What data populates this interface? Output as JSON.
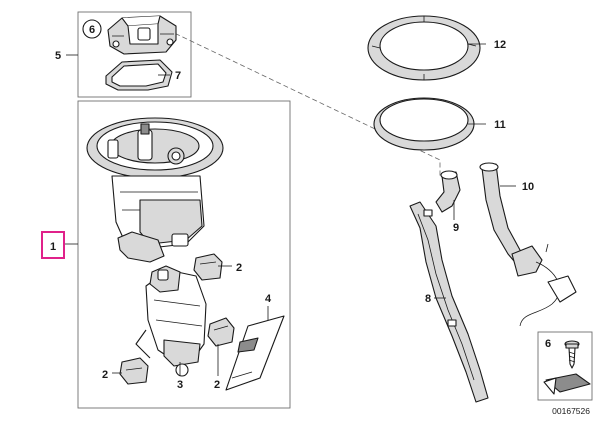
{
  "labels": {
    "p1": "1",
    "p2a": "2",
    "p2b": "2",
    "p2c": "2",
    "p3": "3",
    "p4": "4",
    "p5": "5",
    "p6a": "6",
    "p6b": "6",
    "p7": "7",
    "p8": "8",
    "p9": "9",
    "p10": "10",
    "p11": "11",
    "p12": "12"
  },
  "catalog_number": "00167526",
  "colors": {
    "highlight_box": "#e0218a",
    "line": "#1a1a1a",
    "frame": "#6f6f6f"
  }
}
